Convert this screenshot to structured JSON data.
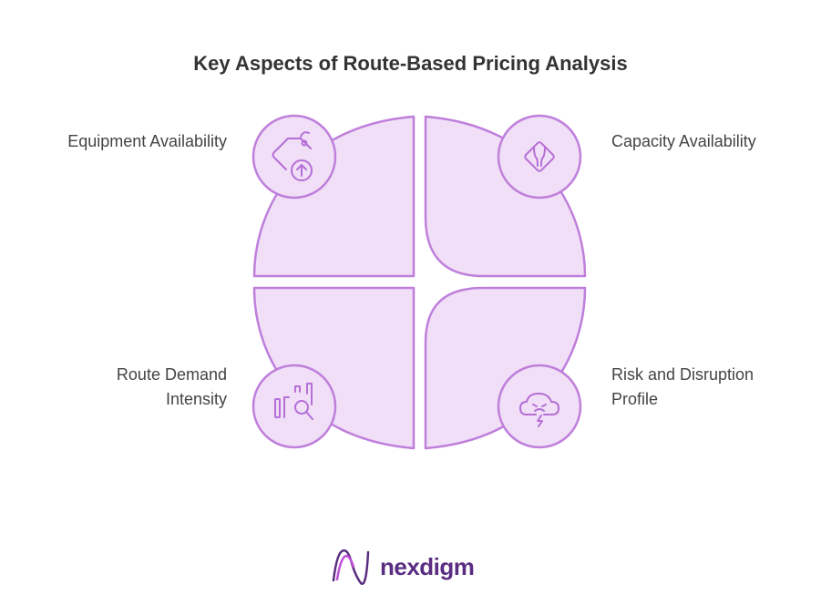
{
  "title": "Key Aspects of Route-Based Pricing Analysis",
  "colors": {
    "petal_fill": "#f0dff7",
    "petal_stroke": "#bf7fdb",
    "icon_stroke": "#b56fd6",
    "text": "#444444",
    "brand": "#5a2d82"
  },
  "quadrants": [
    {
      "id": "top-left",
      "label_lines": [
        "Equipment Availability"
      ],
      "icon": "price-tag-up-arrow-icon"
    },
    {
      "id": "top-right",
      "label_lines": [
        "Capacity Availability"
      ],
      "icon": "merge-road-sign-icon"
    },
    {
      "id": "bottom-left",
      "label_lines": [
        "Route Demand",
        "Intensity"
      ],
      "icon": "bar-chart-magnifier-icon"
    },
    {
      "id": "bottom-right",
      "label_lines": [
        "Risk and Disruption",
        "Profile"
      ],
      "icon": "storm-cloud-icon"
    }
  ],
  "brand": {
    "name": "nexdigm",
    "logo_icon": "nexdigm-logo-icon"
  }
}
